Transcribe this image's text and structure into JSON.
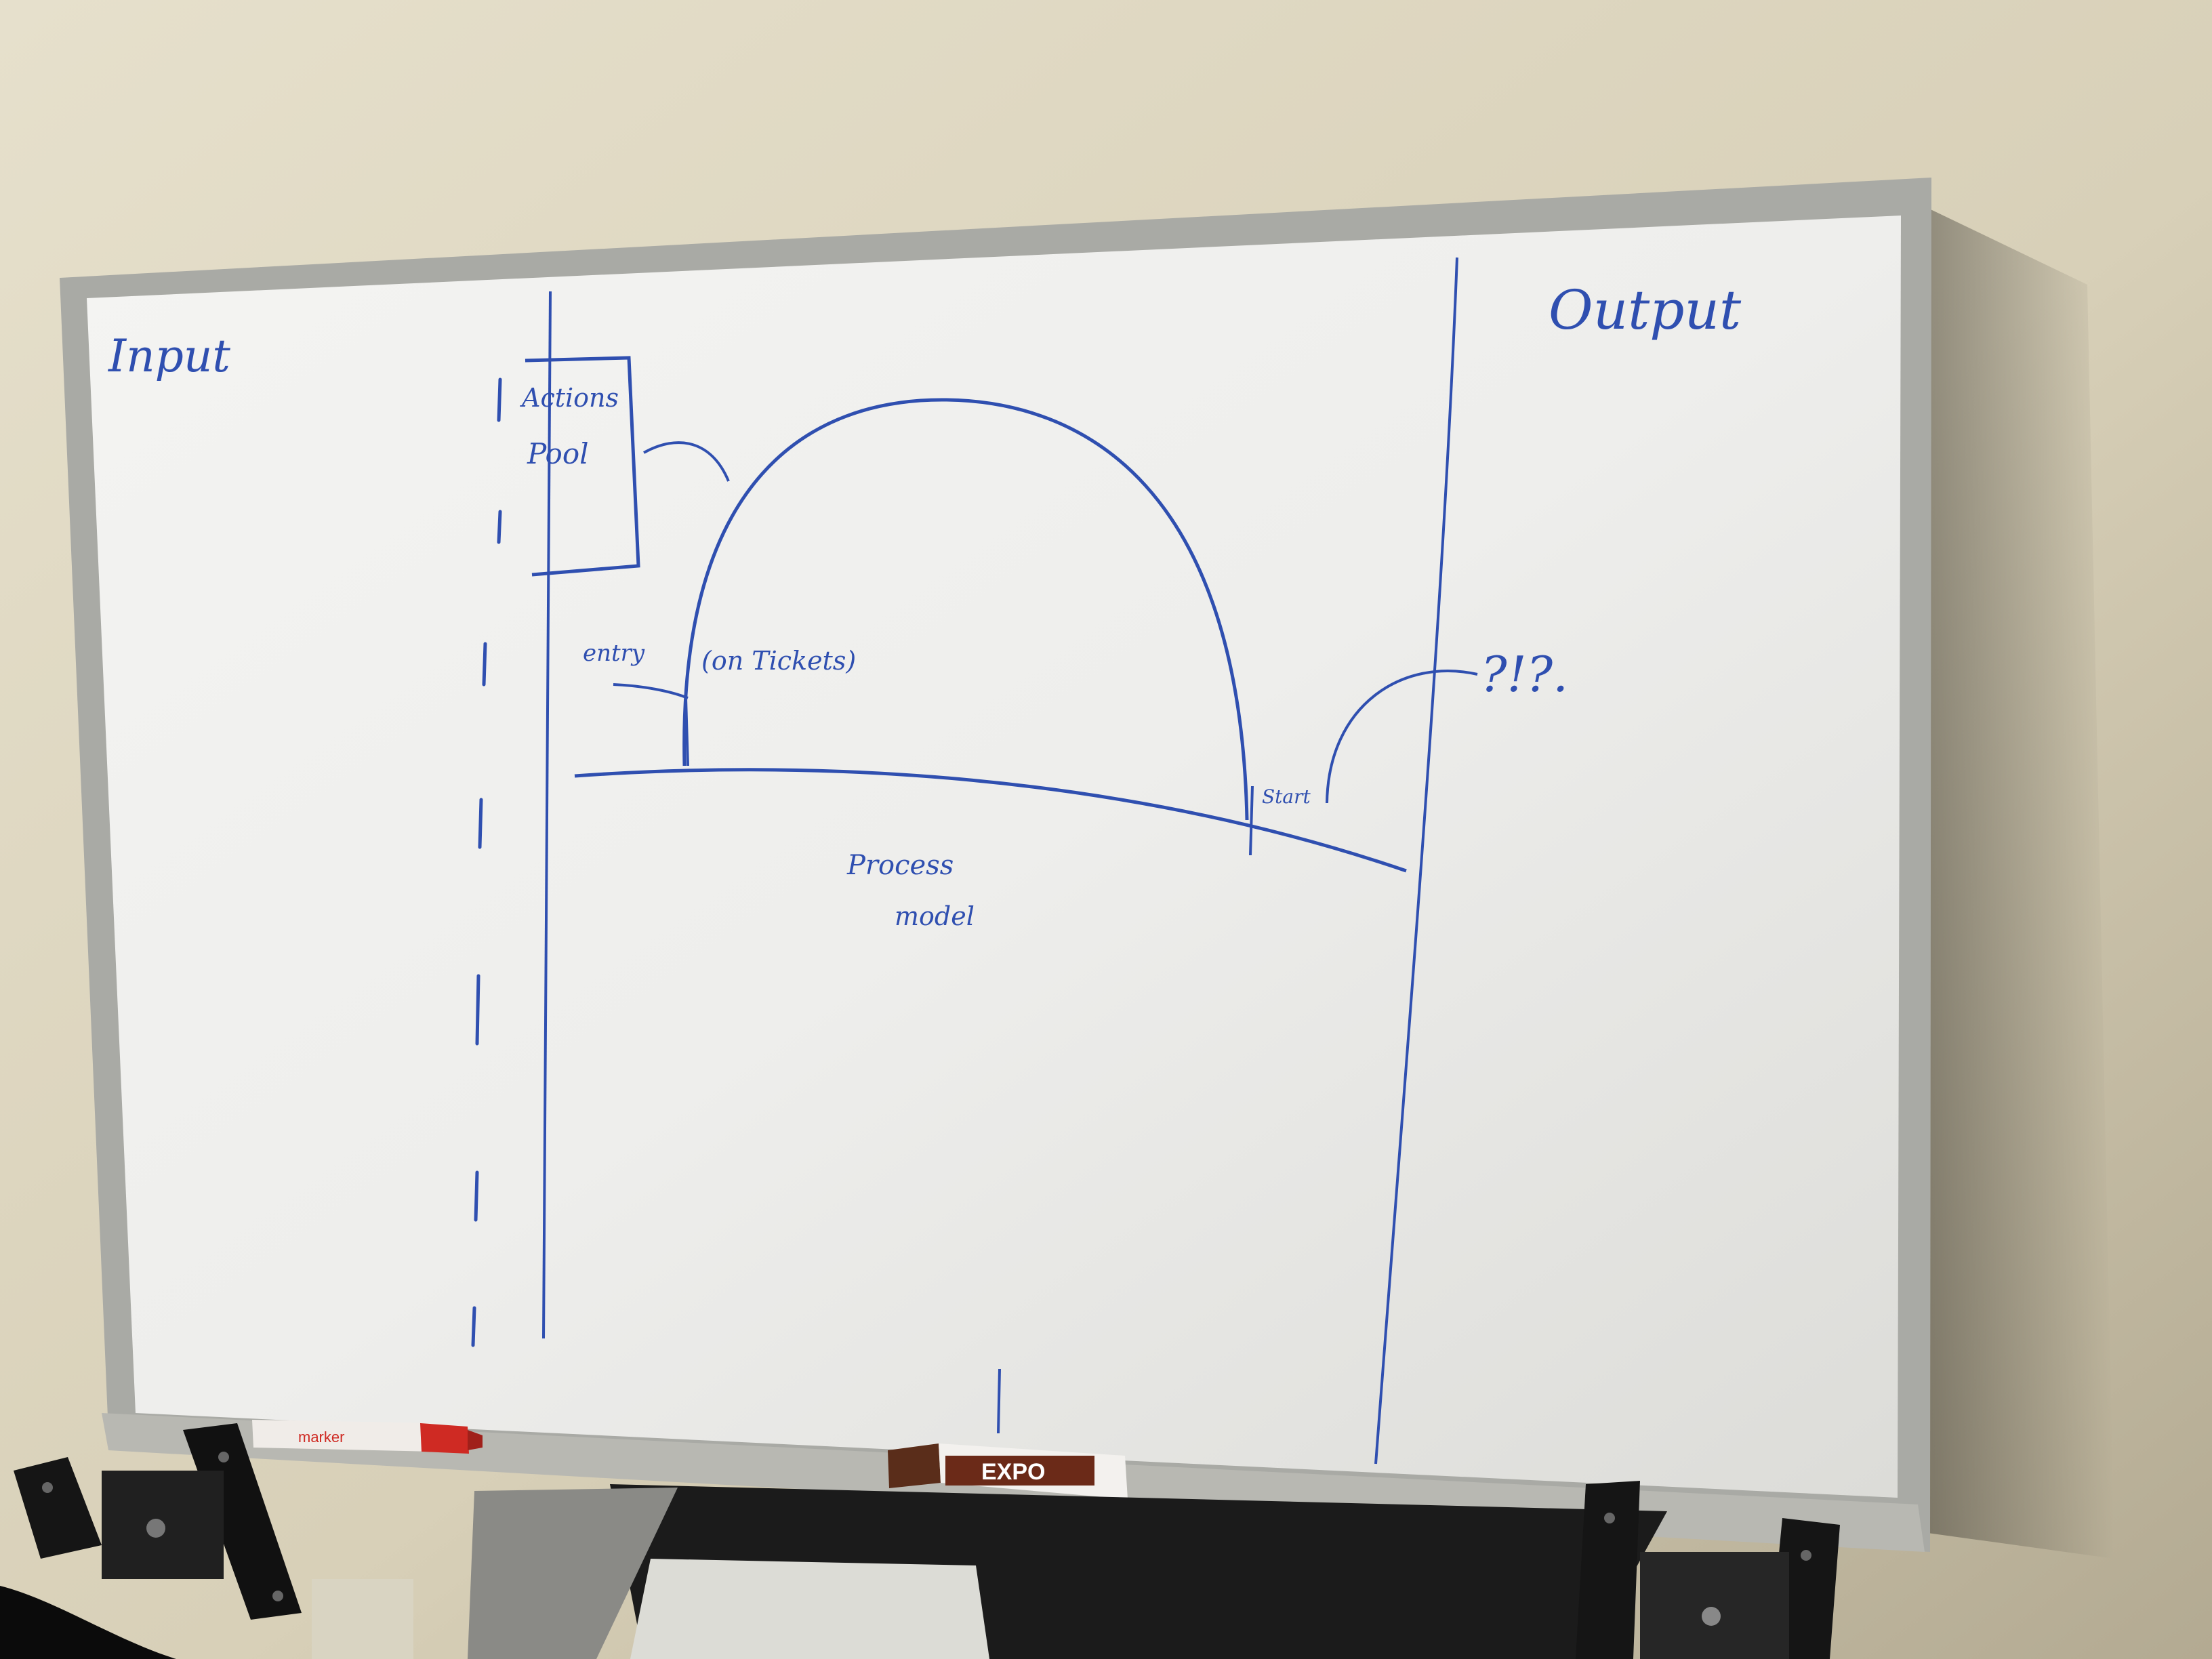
{
  "whiteboard": {
    "input_label": "Input",
    "output_label": "Output",
    "box_label_line1": "Actions",
    "box_label_line2": "Pool",
    "entry_label": "entry",
    "tickets_label": "(on Tickets)",
    "start_label": "Start",
    "process_label_line1": "Process",
    "process_label_line2": "model",
    "question_label": "?!?."
  },
  "markers": {
    "red_marker": "marker",
    "brown_marker_brand": "EXPO"
  },
  "colors": {
    "ink": "#2f4fb0",
    "board": "#f2f2f0",
    "wall": "#d8d1bc",
    "frame": "#a9aaa5"
  }
}
